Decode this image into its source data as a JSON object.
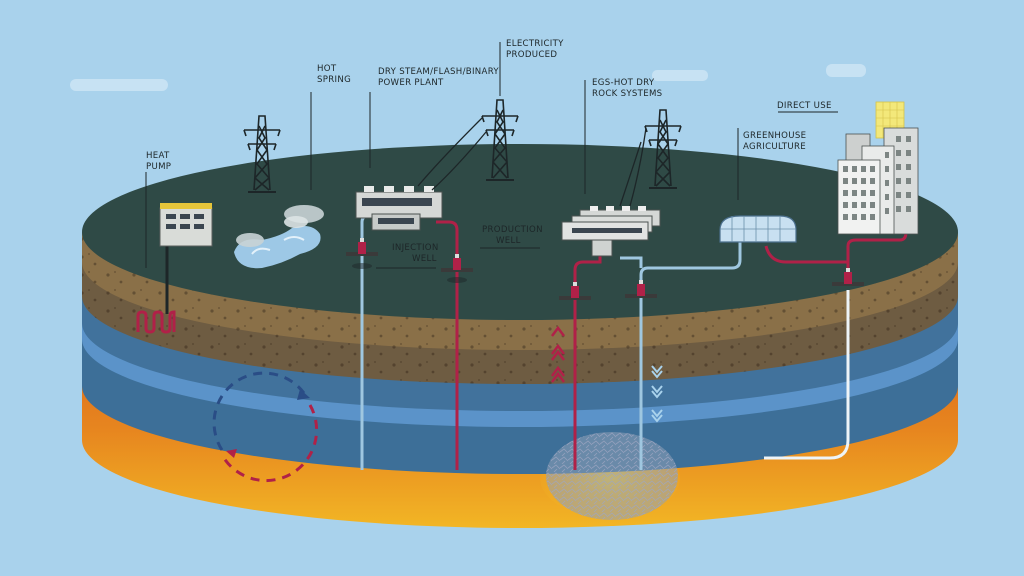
{
  "labels": {
    "heat_pump": [
      "HEAT",
      "PUMP"
    ],
    "hot_spring": [
      "HOT",
      "SPRING"
    ],
    "power_plant": [
      "DRY STEAM/FLASH/BINARY",
      "POWER PLANT"
    ],
    "electricity": [
      "ELECTRICITY",
      "PRODUCED"
    ],
    "egs": [
      "EGS-HOT DRY",
      "ROCK SYSTEMS"
    ],
    "direct_use": [
      "DIRECT USE"
    ],
    "greenhouse": [
      "GREENHOUSE",
      "AGRICULTURE"
    ],
    "production_well": [
      "PRODUCTION",
      "WELL"
    ],
    "injection_well": [
      "INJECTION",
      "WELL"
    ]
  },
  "colors": {
    "sky": "#a9d2ec",
    "ground_surface": "#2f4a46",
    "soil": "#8a7048",
    "rock": "#6e5c42",
    "aquifer": "#5b93c9",
    "deep_water": "#3d6f98",
    "magma": "#e2751d",
    "hot_pipe": "#b02148",
    "cold_pipe": "#9fc7e0"
  }
}
